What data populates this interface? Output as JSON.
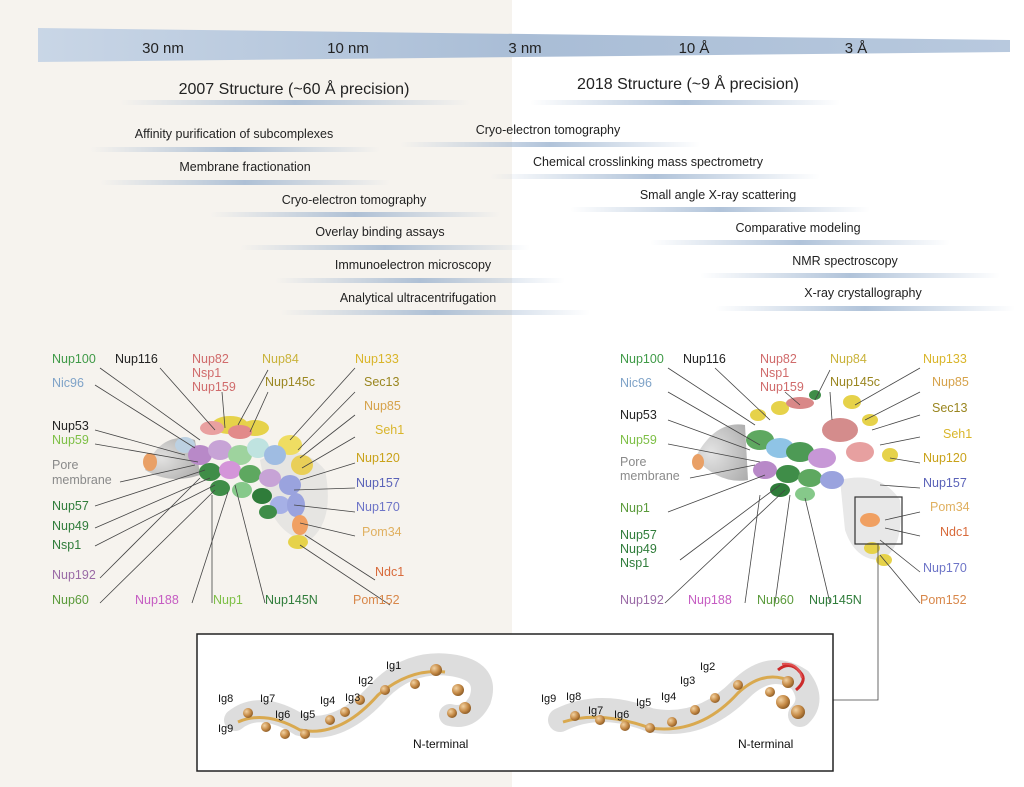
{
  "scale": {
    "labels": [
      "30 nm",
      "10 nm",
      "3 nm",
      "10 Å",
      "3 Å"
    ]
  },
  "titles": {
    "left": "2007 Structure (~60 Å precision)",
    "right": "2018 Structure (~9 Å precision)"
  },
  "methods": {
    "left": [
      "Affinity purification of subcomplexes",
      "Membrane fractionation",
      "Cryo-electron tomography",
      "Overlay binding assays",
      "Immunoelectron microscopy",
      "Analytical ultracentrifugation"
    ],
    "right": [
      "Cryo-electron tomography",
      "Chemical crosslinking mass spectrometry",
      "Small angle X-ray scattering",
      "Comparative modeling",
      "NMR spectroscopy",
      "X-ray crystallography"
    ]
  },
  "labels_left": {
    "nup100": "Nup100",
    "nup116": "Nup116",
    "nup82": "Nup82",
    "nsp1_top": "Nsp1",
    "nup159": "Nup159",
    "nup84": "Nup84",
    "nup145c": "Nup145c",
    "nup133": "Nup133",
    "sec13": "Sec13",
    "nup85": "Nup85",
    "seh1": "Seh1",
    "nup120": "Nup120",
    "nup157": "Nup157",
    "nup170": "Nup170",
    "pom34": "Pom34",
    "ndc1": "Ndc1",
    "pom152": "Pom152",
    "nic96": "Nic96",
    "nup53": "Nup53",
    "nup59": "Nup59",
    "pore1": "Pore",
    "pore2": "membrane",
    "nup57": "Nup57",
    "nup49": "Nup49",
    "nsp1": "Nsp1",
    "nup192": "Nup192",
    "nup60": "Nup60",
    "nup188": "Nup188",
    "nup1": "Nup1",
    "nup145n": "Nup145N"
  },
  "labels_right": {
    "nup100": "Nup100",
    "nup116": "Nup116",
    "nup82": "Nup82",
    "nsp1_top": "Nsp1",
    "nup159": "Nup159",
    "nup84": "Nup84",
    "nup145c": "Nup145c",
    "nup133": "Nup133",
    "nup85": "Nup85",
    "sec13": "Sec13",
    "seh1": "Seh1",
    "nup120": "Nup120",
    "nup157": "Nup157",
    "pom34": "Pom34",
    "ndc1": "Ndc1",
    "nup170": "Nup170",
    "pom152": "Pom152",
    "nic96": "Nic96",
    "nup53": "Nup53",
    "nup59": "Nup59",
    "pore1": "Pore",
    "pore2": "membrane",
    "nup1": "Nup1",
    "nup57": "Nup57",
    "nup49": "Nup49",
    "nsp1": "Nsp1",
    "nup192": "Nup192",
    "nup188": "Nup188",
    "nup60": "Nup60",
    "nup145n": "Nup145N"
  },
  "inset": {
    "left_domains": [
      "Ig1",
      "Ig2",
      "Ig3",
      "Ig4",
      "Ig5",
      "Ig6",
      "Ig7",
      "Ig8",
      "Ig9"
    ],
    "right_domains": [
      "Ig2",
      "Ig3",
      "Ig4",
      "Ig5",
      "Ig6",
      "Ig7",
      "Ig8",
      "Ig9"
    ],
    "nterm_left": "N-terminal",
    "nterm_right": "N-terminal"
  }
}
